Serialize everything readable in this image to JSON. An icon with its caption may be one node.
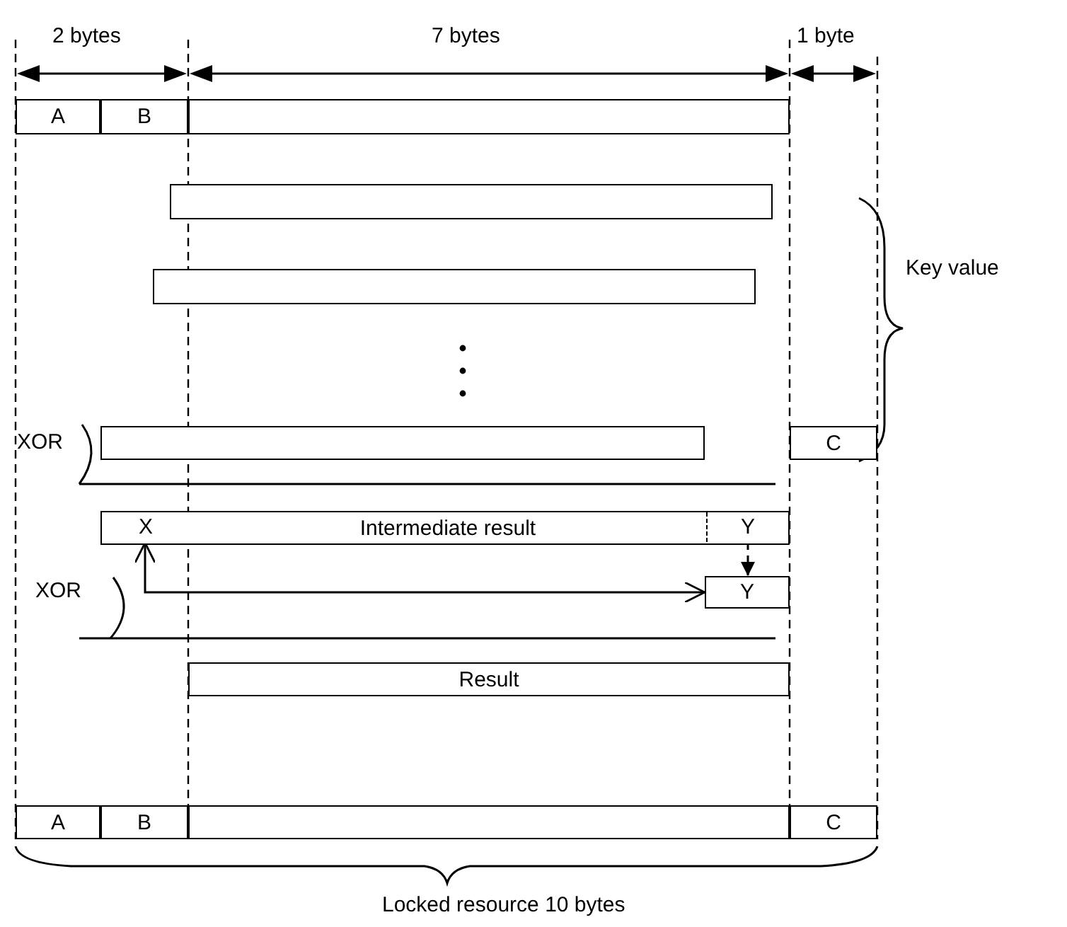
{
  "diagram": {
    "nodes": [
      {
        "text": [
          "A"
        ]
      },
      {
        "text": [
          "B"
        ]
      },
      {
        "text": [],
        "shape": "box"
      },
      {
        "text": [],
        "shape": "box"
      },
      {
        "text": [],
        "shape": "box"
      },
      {
        "text": [],
        "shape": "box"
      },
      {
        "text": [
          "C"
        ]
      },
      {
        "text": [
          "Intermediate result"
        ]
      },
      {
        "text": [
          "X"
        ],
        "in": 7
      },
      {
        "text": [
          "Y"
        ],
        "in": 7
      },
      {
        "text": [
          "Y"
        ]
      },
      {
        "text": [
          "Result"
        ]
      },
      {
        "text": [
          "A"
        ]
      },
      {
        "text": [
          "B"
        ]
      },
      {
        "text": [],
        "shape": "box"
      },
      {
        "text": [
          "C"
        ]
      }
    ],
    "edges": [
      {
        "from": 9,
        "to": 10,
        "arrow": "to",
        "style": "dashed"
      },
      {
        "from": 10,
        "to": 8,
        "arrow": "both"
      }
    ],
    "labels": [
      "2 bytes",
      "7 bytes",
      "1 byte",
      "Key value",
      "XOR",
      "XOR",
      "Locked resource 10 bytes"
    ]
  }
}
